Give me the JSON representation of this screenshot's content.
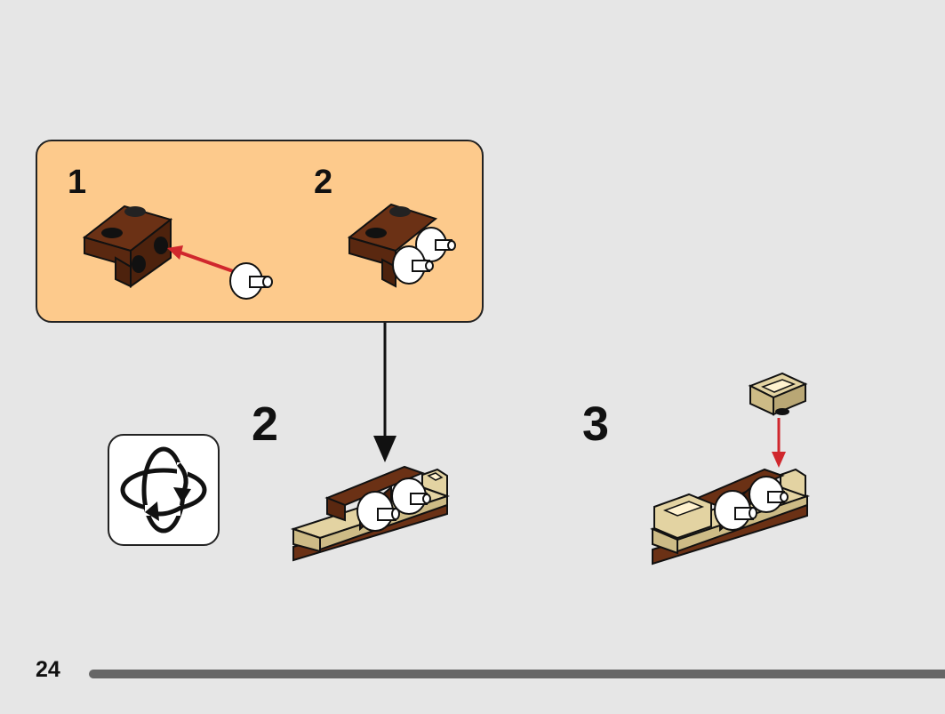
{
  "substeps": [
    {
      "number": "1"
    },
    {
      "number": "2"
    }
  ],
  "steps": [
    {
      "number": "2"
    },
    {
      "number": "3"
    }
  ],
  "page_number": "24",
  "icons": {
    "rotate": "rotate-model-icon"
  },
  "colors": {
    "panel": "#fdca8c",
    "brick_brown": "#6b3115",
    "brick_tan": "#e3d3a2",
    "arrow_red": "#d0272d"
  }
}
